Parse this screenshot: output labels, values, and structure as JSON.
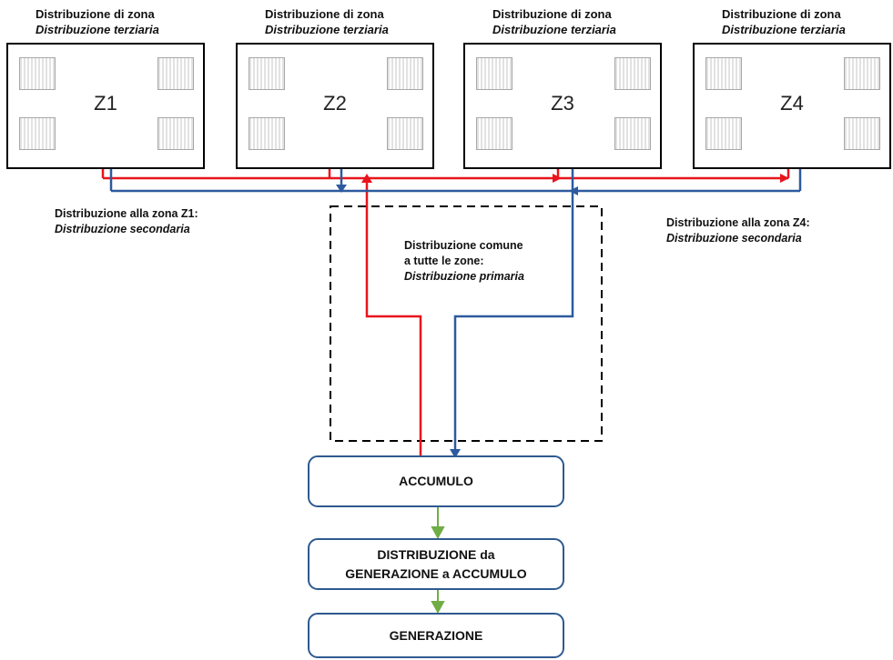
{
  "zones": [
    {
      "id": "Z1",
      "caption": "Distribuzione di zona",
      "caption_sub": "Distribuzione terziaria"
    },
    {
      "id": "Z2",
      "caption": "Distribuzione di zona",
      "caption_sub": "Distribuzione terziaria"
    },
    {
      "id": "Z3",
      "caption": "Distribuzione di zona",
      "caption_sub": "Distribuzione terziaria"
    },
    {
      "id": "Z4",
      "caption": "Distribuzione di zona",
      "caption_sub": "Distribuzione terziaria"
    }
  ],
  "left_label": {
    "line1": "Distribuzione alla zona Z1:",
    "line2": "Distribuzione secondaria"
  },
  "right_label": {
    "line1": "Distribuzione alla zona Z4:",
    "line2": "Distribuzione secondaria"
  },
  "primary_label": {
    "line1": "Distribuzione comune",
    "line2": "a tutte le zone:",
    "line3": "Distribuzione primaria"
  },
  "boxes": {
    "accumulo": "ACCUMULO",
    "distribuzione_line1": "DISTRIBUZIONE da",
    "distribuzione_line2": "GENERAZIONE a ACCUMULO",
    "generazione": "GENERAZIONE"
  },
  "colors": {
    "supply": "#e8141b",
    "return": "#2d5a9e",
    "flow_arrow": "#70ad47",
    "box_border": "#2f5a8f"
  }
}
